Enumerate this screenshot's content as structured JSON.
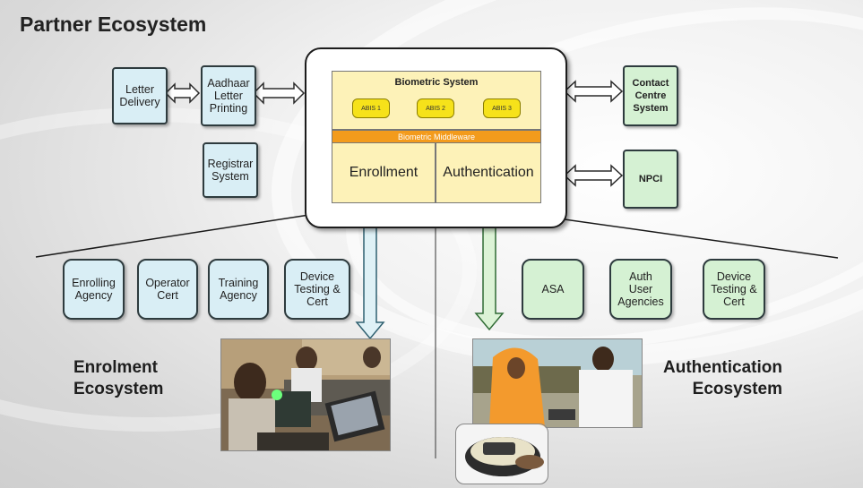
{
  "title": "Partner Ecosystem",
  "core": {
    "biometric_system": "Biometric System",
    "abis": [
      "ABIS 1",
      "ABIS 2",
      "ABIS 3"
    ],
    "middleware": "Biometric Middleware",
    "enrollment": "Enrollment",
    "authentication": "Authentication"
  },
  "top_left": {
    "letter_delivery": "Letter\nDelivery",
    "aadhaar_printing": "Aadhaar\nLetter\nPrinting",
    "registrar_system": "Registrar\nSystem"
  },
  "top_right": {
    "contact_centre": "Contact\nCentre\nSystem",
    "npci": "NPCI"
  },
  "enrolment_partners": [
    "Enrolling\nAgency",
    "Operator\nCert",
    "Training\nAgency",
    "Device\nTesting &\nCert"
  ],
  "auth_partners": [
    "ASA",
    "Auth\nUser\nAgencies",
    "Device\nTesting &\nCert"
  ],
  "enrolment_label": "Enrolment\nEcosystem",
  "authentication_label": "Authentication\nEcosystem",
  "colors": {
    "blue_box": "#d9eef5",
    "green_box": "#d5f1d3",
    "yellow": "#fdf2b8",
    "middleware": "#f39b1c",
    "abis": "#f6e21a"
  }
}
